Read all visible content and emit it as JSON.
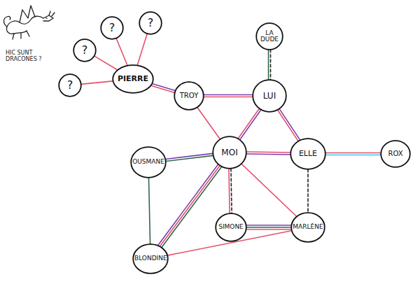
{
  "diagram": {
    "nodes": [
      {
        "text": [
          "?"
        ]
      },
      {
        "text": [
          "?"
        ]
      },
      {
        "text": [
          "LA DUDE"
        ]
      },
      {
        "text": [
          "?"
        ]
      },
      {
        "text": [
          "PIERRE"
        ]
      },
      {
        "text": [
          "?"
        ]
      },
      {
        "text": [
          "TROY"
        ]
      },
      {
        "text": [
          "LUI"
        ]
      },
      {
        "text": [
          "OUSMANE"
        ]
      },
      {
        "text": [
          "MOI"
        ]
      },
      {
        "text": [
          "ELLE"
        ]
      },
      {
        "text": [
          "ROX"
        ]
      },
      {
        "text": [
          "SIMONE"
        ]
      },
      {
        "text": [
          "MARLÈNE"
        ]
      },
      {
        "text": [
          "BLONDINE"
        ]
      }
    ],
    "edges": [
      {
        "from": 0,
        "to": 4,
        "arrow": "none"
      },
      {
        "from": 1,
        "to": 4,
        "arrow": "none"
      },
      {
        "from": 3,
        "to": 4,
        "arrow": "none"
      },
      {
        "from": 5,
        "to": 4,
        "arrow": "none"
      },
      {
        "from": 4,
        "to": 6,
        "arrow": "none"
      },
      {
        "from": 6,
        "to": 7,
        "arrow": "none"
      },
      {
        "from": 6,
        "to": 9,
        "arrow": "none"
      },
      {
        "from": 2,
        "to": 7,
        "arrow": "none"
      },
      {
        "from": 7,
        "to": 9,
        "arrow": "none"
      },
      {
        "from": 7,
        "to": 10,
        "arrow": "none"
      },
      {
        "from": 8,
        "to": 9,
        "arrow": "none"
      },
      {
        "from": 8,
        "to": 14,
        "arrow": "none"
      },
      {
        "from": 9,
        "to": 10,
        "arrow": "none"
      },
      {
        "from": 10,
        "to": 11,
        "arrow": "none"
      },
      {
        "from": 9,
        "to": 12,
        "arrow": "none"
      },
      {
        "from": 9,
        "to": 13,
        "arrow": "none"
      },
      {
        "from": 9,
        "to": 14,
        "arrow": "none"
      },
      {
        "from": 12,
        "to": 13,
        "arrow": "none"
      },
      {
        "from": 10,
        "to": 13,
        "arrow": "none"
      },
      {
        "from": 14,
        "to": 13,
        "arrow": "none"
      }
    ],
    "labels": [
      "HIC SUNT DRACONES ?"
    ]
  }
}
